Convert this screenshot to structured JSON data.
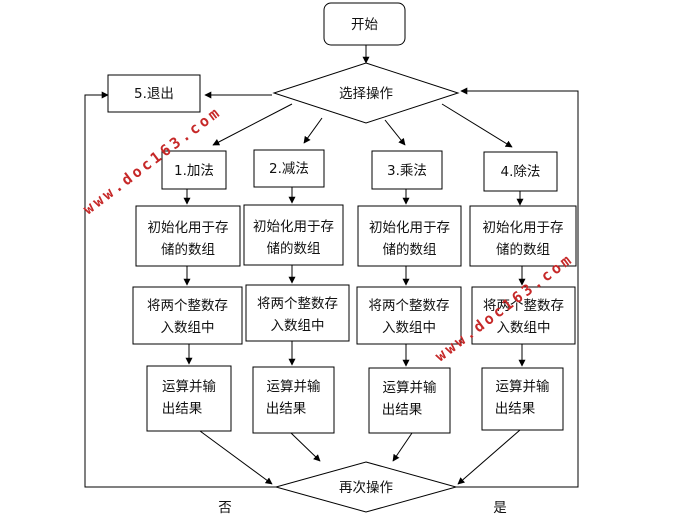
{
  "nodes": {
    "start": "开始",
    "select_op": "选择操作",
    "exit": "5.退出",
    "add": "1.加法",
    "sub": "2.减法",
    "mul": "3.乘法",
    "div": "4.除法",
    "init": [
      "初始化用于存",
      "储的数组"
    ],
    "store": [
      "将两个整数存",
      "入数组中"
    ],
    "compute": [
      "运算并输",
      "出结果"
    ],
    "again": "再次操作"
  },
  "edge_labels": {
    "no": "否",
    "yes": "是"
  },
  "watermark": "www.doc163.com",
  "colors": {
    "stroke": "#000000",
    "watermark": "#c62828"
  }
}
